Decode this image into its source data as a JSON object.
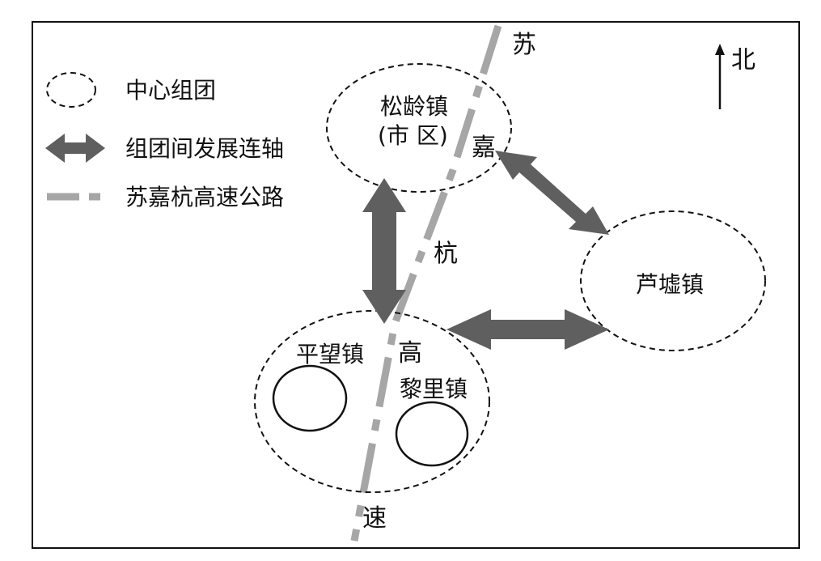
{
  "legend": {
    "center_group": "中心组团",
    "axis": "组团间发展连轴",
    "highway": "苏嘉杭高速公路"
  },
  "north": "北",
  "nodes": {
    "songling_name": "松龄镇",
    "songling_sub": "(市 区)",
    "luxu": "芦墟镇",
    "pingwang": "平望镇",
    "lili": "黎里镇"
  },
  "highway_chars": {
    "su": "苏",
    "jia": "嘉",
    "hang": "杭",
    "gao": "高",
    "speed": "速"
  },
  "colors": {
    "arrow": "#5f5f5f",
    "highway": "#a6a6a6"
  }
}
